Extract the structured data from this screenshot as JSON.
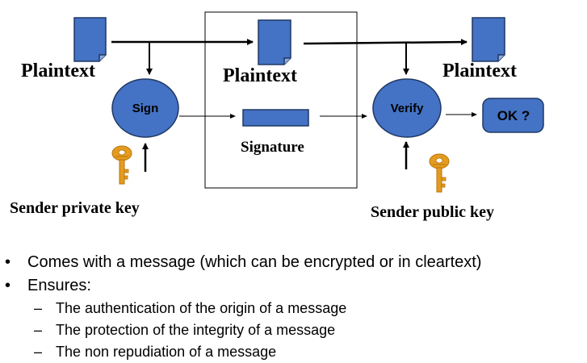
{
  "diagram": {
    "plaintext_left": "Plaintext",
    "plaintext_middle": "Plaintext",
    "plaintext_right": "Plaintext",
    "sign_label": "Sign",
    "verify_label": "Verify",
    "signature_label": "Signature",
    "ok_label": "OK ?",
    "private_key_label": "Sender private key",
    "public_key_label": "Sender public key",
    "colors": {
      "shape_fill": "#4472c4",
      "shape_stroke": "#1f3864",
      "key_gold": "#e39c1f",
      "key_dark": "#b8730a"
    }
  },
  "bullets": {
    "items": [
      "Comes with a message (which can be encrypted or in cleartext)",
      "Ensures:"
    ],
    "sub_items": [
      "The authentication of the origin of a message",
      "The protection of the integrity of a message",
      "The non repudiation of a message"
    ],
    "bullet_glyph": "•",
    "dash_glyph": "–"
  }
}
